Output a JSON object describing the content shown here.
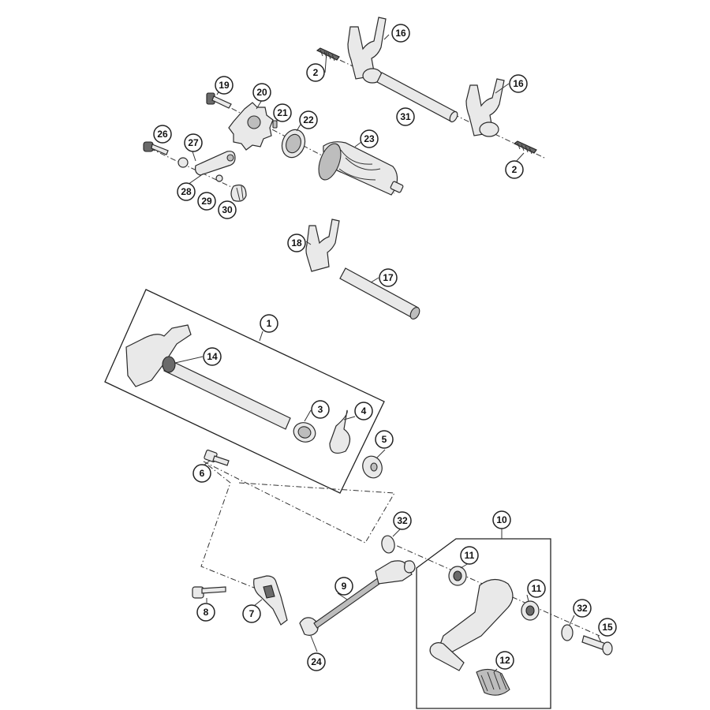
{
  "callouts": [
    {
      "id": "c1",
      "label": "1"
    },
    {
      "id": "c2a",
      "label": "2"
    },
    {
      "id": "c2b",
      "label": "2"
    },
    {
      "id": "c3",
      "label": "3"
    },
    {
      "id": "c4",
      "label": "4"
    },
    {
      "id": "c5",
      "label": "5"
    },
    {
      "id": "c6",
      "label": "6"
    },
    {
      "id": "c7",
      "label": "7"
    },
    {
      "id": "c8",
      "label": "8"
    },
    {
      "id": "c9",
      "label": "9"
    },
    {
      "id": "c10",
      "label": "10"
    },
    {
      "id": "c11a",
      "label": "11"
    },
    {
      "id": "c11b",
      "label": "11"
    },
    {
      "id": "c12",
      "label": "12"
    },
    {
      "id": "c14",
      "label": "14"
    },
    {
      "id": "c15",
      "label": "15"
    },
    {
      "id": "c16a",
      "label": "16"
    },
    {
      "id": "c16b",
      "label": "16"
    },
    {
      "id": "c17",
      "label": "17"
    },
    {
      "id": "c18",
      "label": "18"
    },
    {
      "id": "c19",
      "label": "19"
    },
    {
      "id": "c20",
      "label": "20"
    },
    {
      "id": "c21",
      "label": "21"
    },
    {
      "id": "c22",
      "label": "22"
    },
    {
      "id": "c23",
      "label": "23"
    },
    {
      "id": "c24",
      "label": "24"
    },
    {
      "id": "c26",
      "label": "26"
    },
    {
      "id": "c27",
      "label": "27"
    },
    {
      "id": "c28",
      "label": "28"
    },
    {
      "id": "c29",
      "label": "29"
    },
    {
      "id": "c30",
      "label": "30"
    },
    {
      "id": "c31",
      "label": "31"
    },
    {
      "id": "c32a",
      "label": "32"
    },
    {
      "id": "c32b",
      "label": "32"
    }
  ]
}
